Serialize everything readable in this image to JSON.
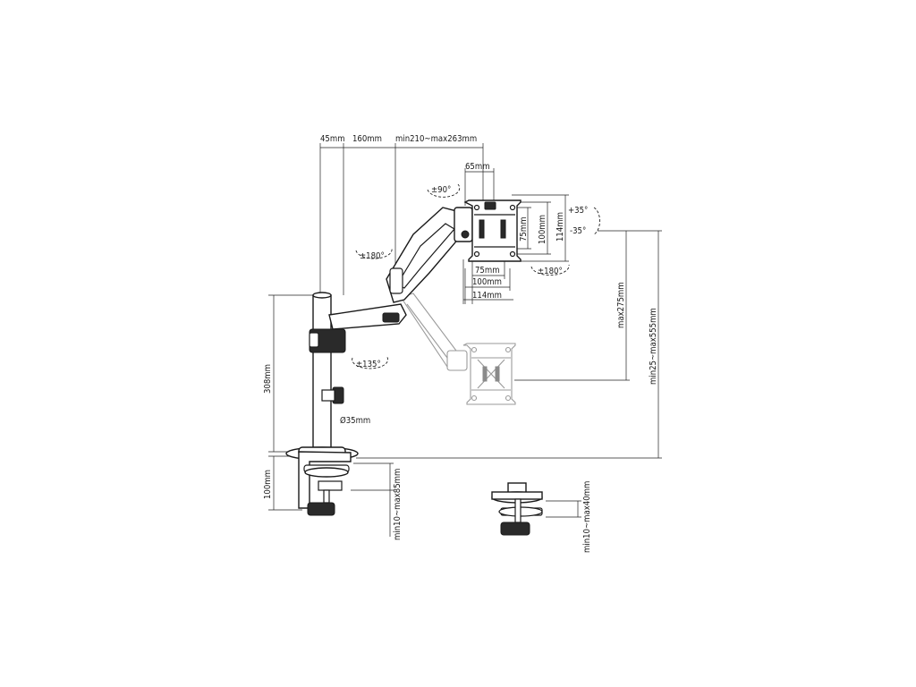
{
  "dimensions": {
    "pole_offset": "45mm",
    "arm1_length": "160mm",
    "arm2_length": "min210~max263mm",
    "plate_depth": "65mm",
    "vesa_h_75": "75mm",
    "vesa_h_100": "100mm",
    "vesa_h_114": "114mm",
    "vesa_v_75": "75mm",
    "vesa_v_100": "100mm",
    "vesa_v_114": "114mm",
    "arm_height": "max275mm",
    "total_height": "min25~max555mm",
    "pole_height": "308mm",
    "pole_diameter": "Ø35mm",
    "clamp_height": "100mm",
    "clamp_range": "min10~max85mm",
    "grommet_range": "min10~max40mm"
  },
  "rotations": {
    "tilt_head": "±90°",
    "arm_joint": "±180°",
    "base_swivel": "±135°",
    "screen_rotate": "±180°",
    "tilt_up": "+35°",
    "tilt_down": "-35°"
  }
}
